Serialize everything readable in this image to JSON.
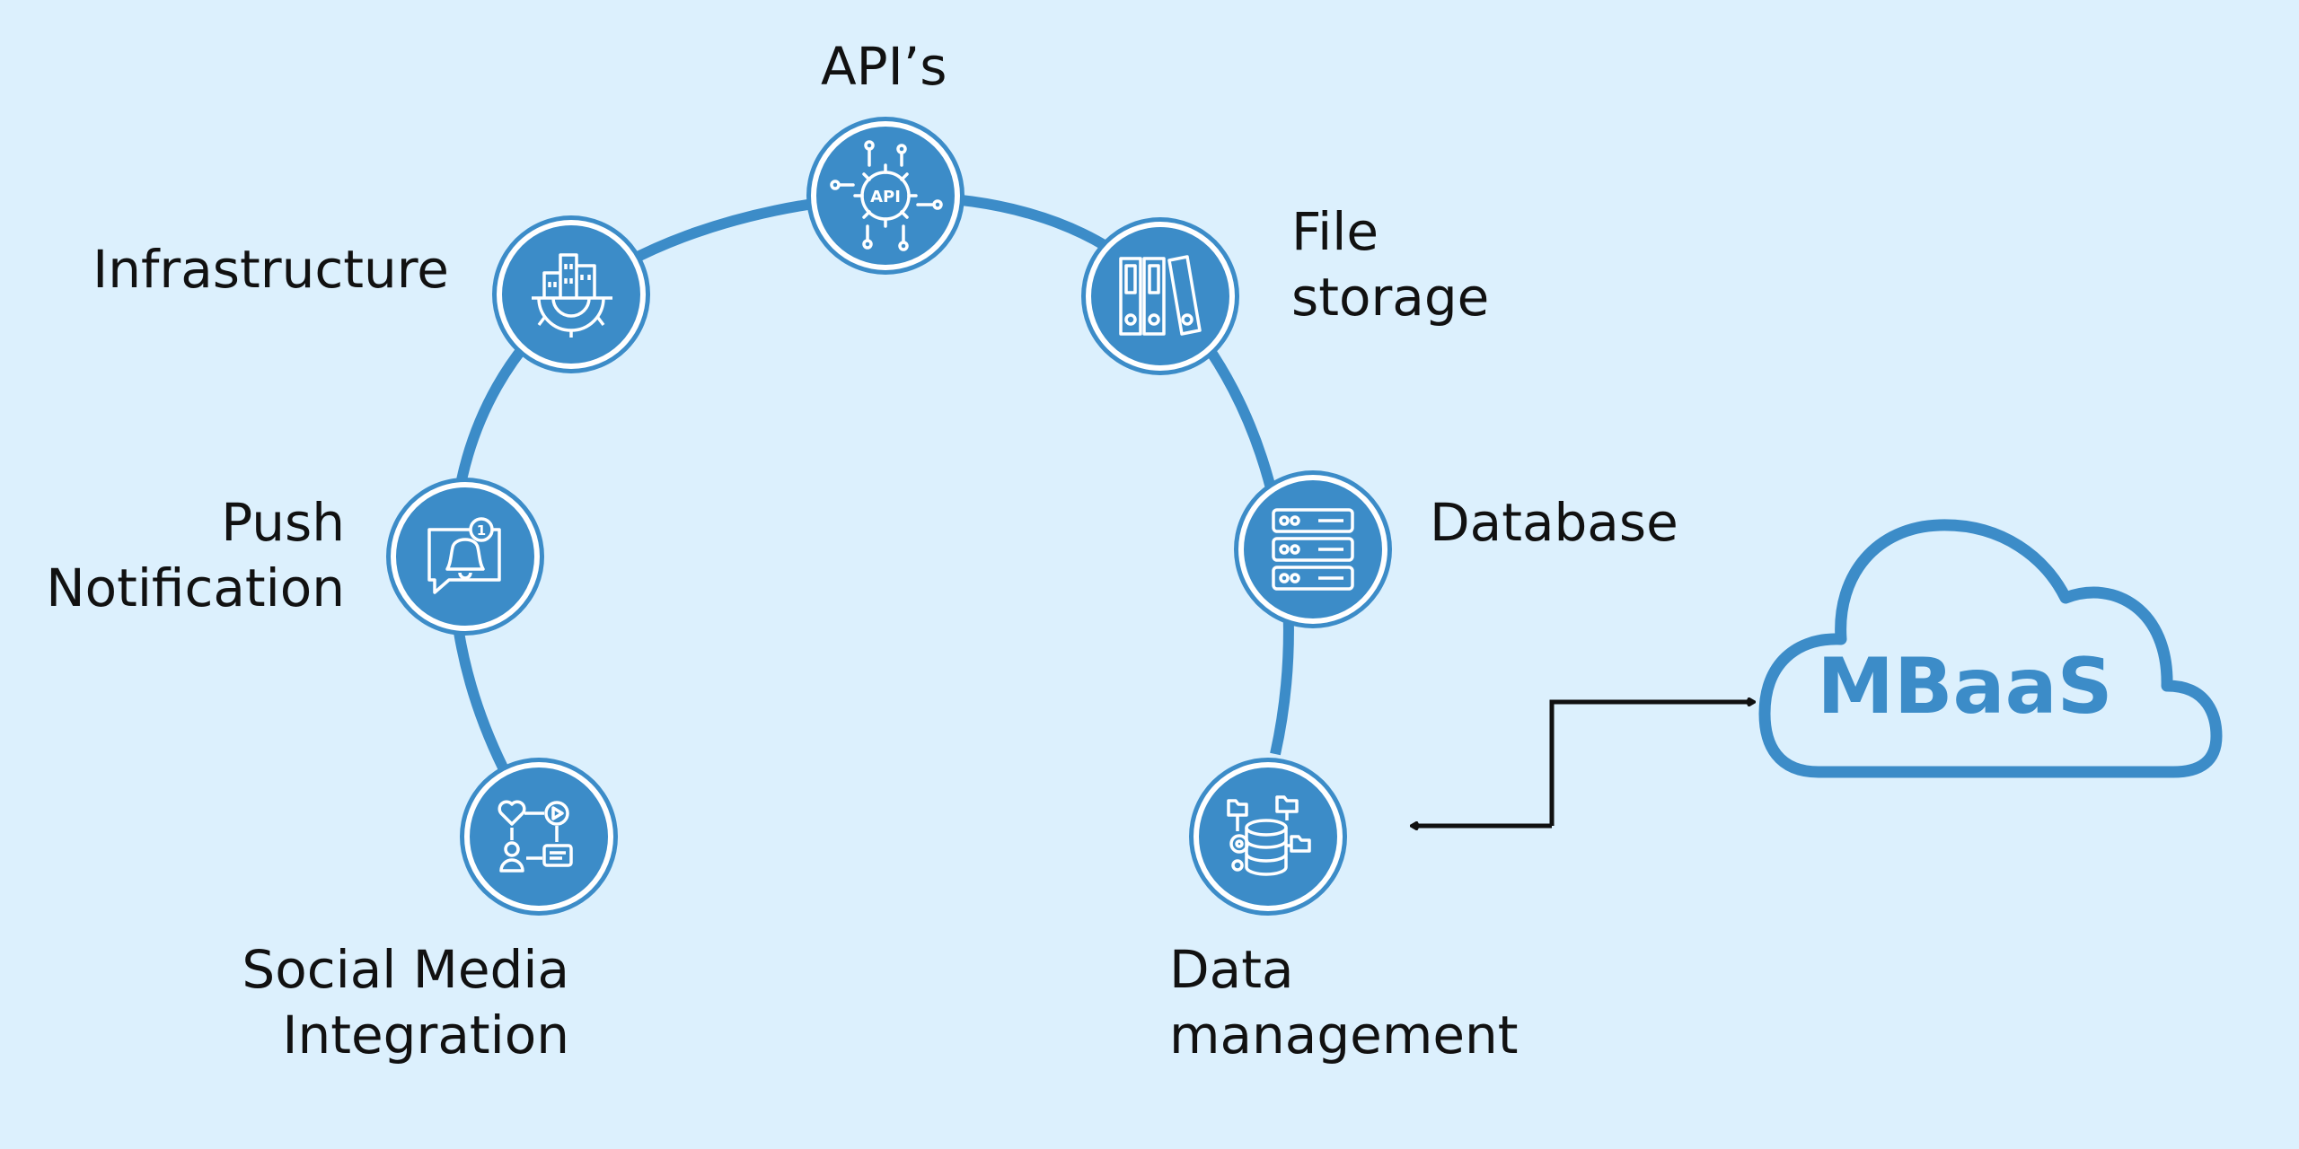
{
  "features": [
    {
      "name": "api",
      "lines": [
        "API’s"
      ],
      "icon": "api-gear-icon"
    },
    {
      "name": "infrastructure",
      "lines": [
        "Infrastructure"
      ],
      "icon": "buildings-gear-icon"
    },
    {
      "name": "file-storage",
      "lines": [
        "File",
        "storage"
      ],
      "icon": "binders-icon"
    },
    {
      "name": "push-notification",
      "lines": [
        "Push",
        "Notification"
      ],
      "icon": "bell-message-icon"
    },
    {
      "name": "database",
      "lines": [
        "Database"
      ],
      "icon": "server-stack-icon"
    },
    {
      "name": "social-media",
      "lines": [
        "Social Media",
        "Integration"
      ],
      "icon": "social-network-icon"
    },
    {
      "name": "data-management",
      "lines": [
        "Data",
        "management"
      ],
      "icon": "database-folders-icon"
    }
  ],
  "cloud": {
    "label": "MBaaS",
    "icon": "cloud-icon"
  },
  "colors": {
    "background": "#dcf0fd",
    "accent": "#3c8cc8",
    "text": "#111111",
    "arrow": "#111111"
  }
}
